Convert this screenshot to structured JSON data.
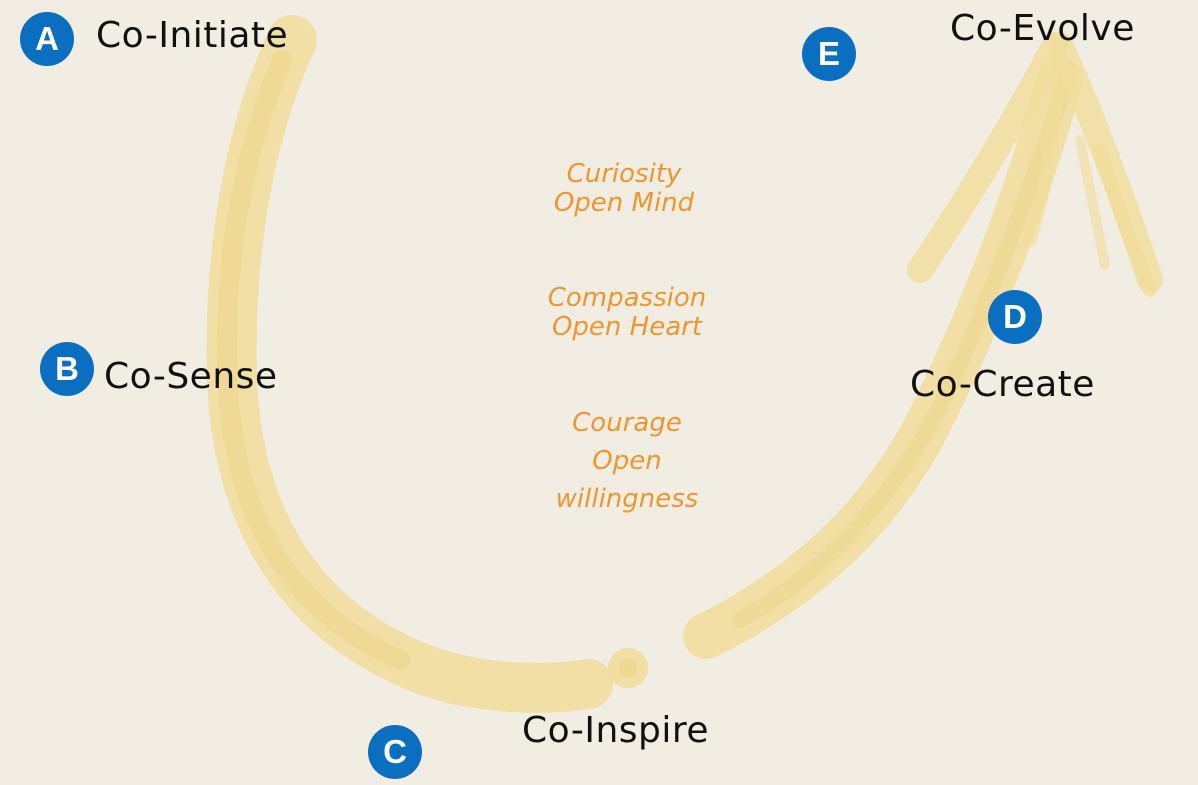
{
  "stages": {
    "a": {
      "letter": "A",
      "label": "Co-Initiate"
    },
    "b": {
      "letter": "B",
      "label": "Co-Sense"
    },
    "c": {
      "letter": "C",
      "label": "Co-Inspire"
    },
    "d": {
      "letter": "D",
      "label": "Co-Create"
    },
    "e": {
      "letter": "E",
      "label": "Co-Evolve"
    }
  },
  "qualities": {
    "mind": [
      "Curiosity",
      "Open Mind"
    ],
    "heart": [
      "Compassion",
      "Open Heart"
    ],
    "will": [
      "Courage",
      "Open",
      "willingness"
    ]
  },
  "colors": {
    "background": "#f2ede3",
    "stroke": "#f1dc9a",
    "badge": "#0b6fc1",
    "quality_text": "#f0962f",
    "label_text": "#111111"
  }
}
